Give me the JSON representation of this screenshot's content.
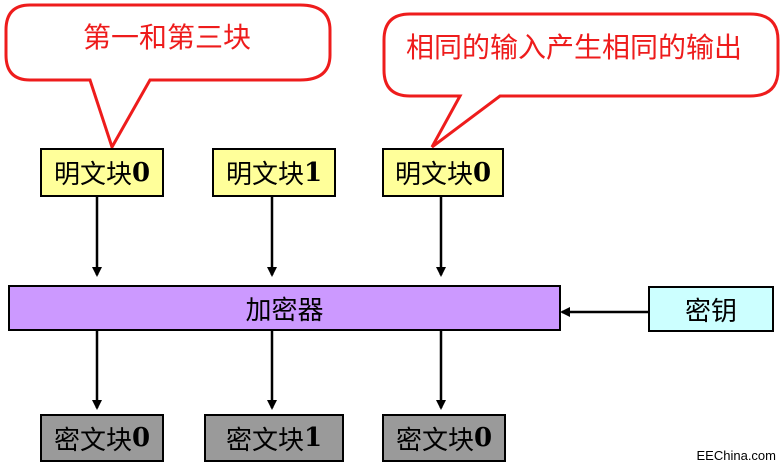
{
  "callouts": {
    "left": "第一和第三块",
    "right": "相同的输入产生相同的输出"
  },
  "plaintext_blocks": [
    {
      "label": "明文块",
      "index": "0"
    },
    {
      "label": "明文块",
      "index": "1"
    },
    {
      "label": "明文块",
      "index": "0"
    }
  ],
  "encryptor": {
    "label": "加密器"
  },
  "key": {
    "label": "密钥"
  },
  "ciphertext_blocks": [
    {
      "label": "密文块",
      "index": "0"
    },
    {
      "label": "密文块",
      "index": "1"
    },
    {
      "label": "密文块",
      "index": "0"
    }
  ],
  "watermark": "EEChina.com",
  "colors": {
    "callout_border": "#ee1c1c",
    "callout_text": "#ee1c1c",
    "plaintext_fill": "#ffff9a",
    "ciphertext_fill": "#9a9a9a",
    "encryptor_fill": "#cc99ff",
    "key_fill": "#ccffff"
  }
}
